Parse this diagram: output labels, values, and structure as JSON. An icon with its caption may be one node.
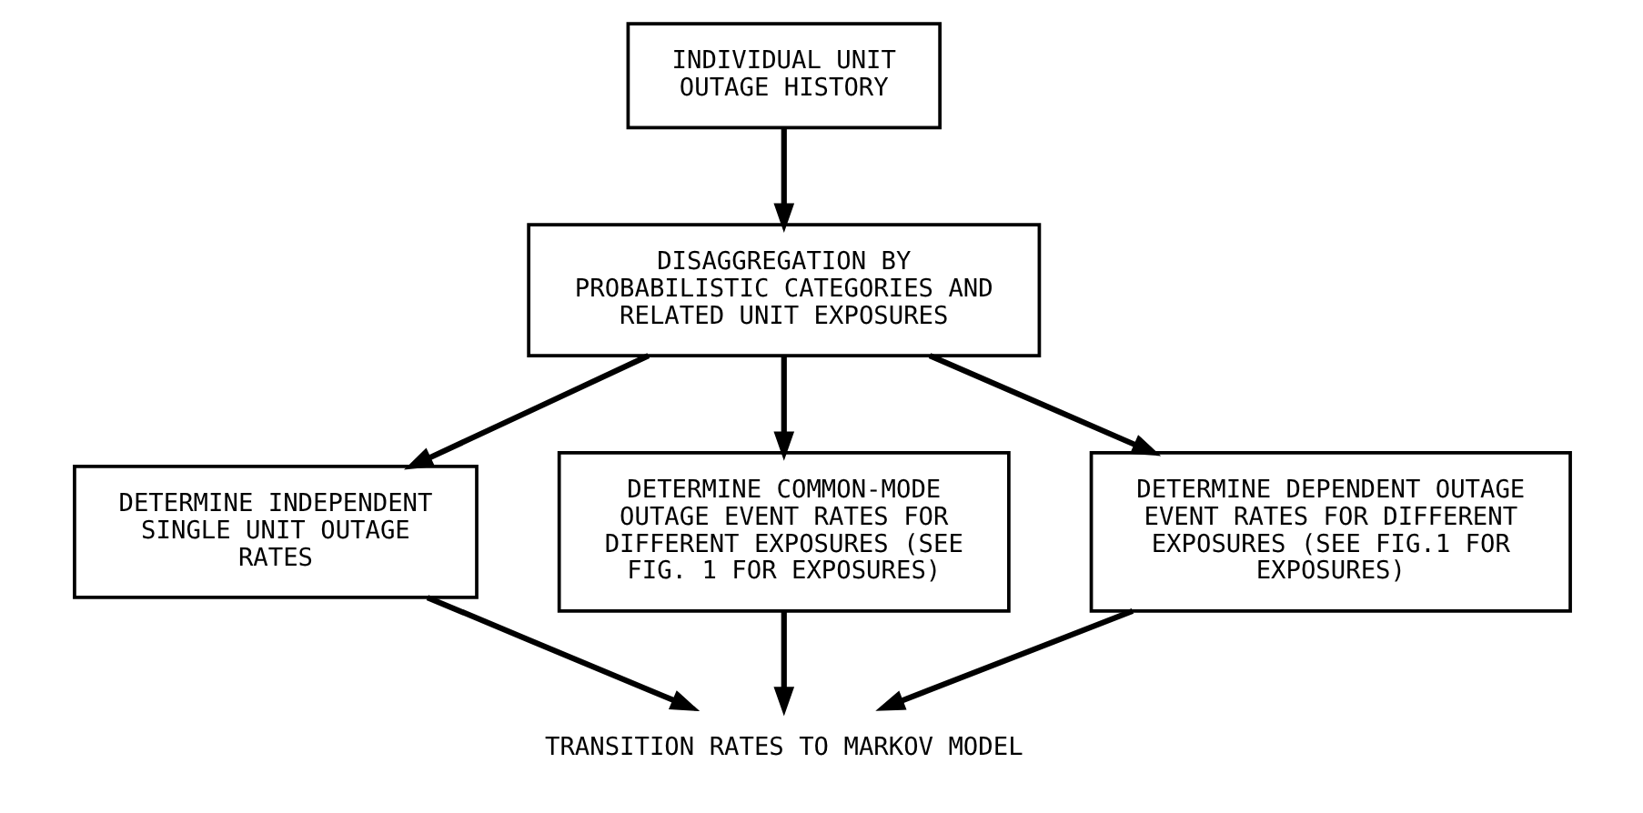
{
  "diagram": {
    "nodes": [
      {
        "text": [
          "INDIVIDUAL UNIT OUTAGE HISTORY"
        ]
      },
      {
        "text": [
          "DISAGGREGATION BY PROBABILISTIC CATEGORIES AND RELATED UNIT EXPOSURES"
        ]
      },
      {
        "text": [
          "DETERMINE INDEPENDENT SINGLE UNIT OUTAGE RATES"
        ]
      },
      {
        "text": [
          "DETERMINE COMMON-MODE OUTAGE EVENT RATES FOR DIFFERENT EXPOSURES (SEE FIG. 1 FOR EXPOSURES)"
        ]
      },
      {
        "text": [
          "DETERMINE DEPENDENT OUTAGE EVENT RATES FOR DIFFERENT EXPOSURES (SEE FIG.1 FOR EXPOSURES)"
        ]
      },
      {
        "text": [
          "TRANSITION RATES TO MARKOV MODEL"
        ]
      }
    ],
    "edges": [
      {
        "from": 0,
        "to": 1,
        "arrow": "to"
      },
      {
        "from": 1,
        "to": 2,
        "arrow": "to"
      },
      {
        "from": 1,
        "to": 3,
        "arrow": "to"
      },
      {
        "from": 1,
        "to": 4,
        "arrow": "to"
      },
      {
        "from": 2,
        "to": 5,
        "arrow": "to"
      },
      {
        "from": 3,
        "to": 5,
        "arrow": "to"
      },
      {
        "from": 4,
        "to": 5,
        "arrow": "to"
      }
    ]
  }
}
